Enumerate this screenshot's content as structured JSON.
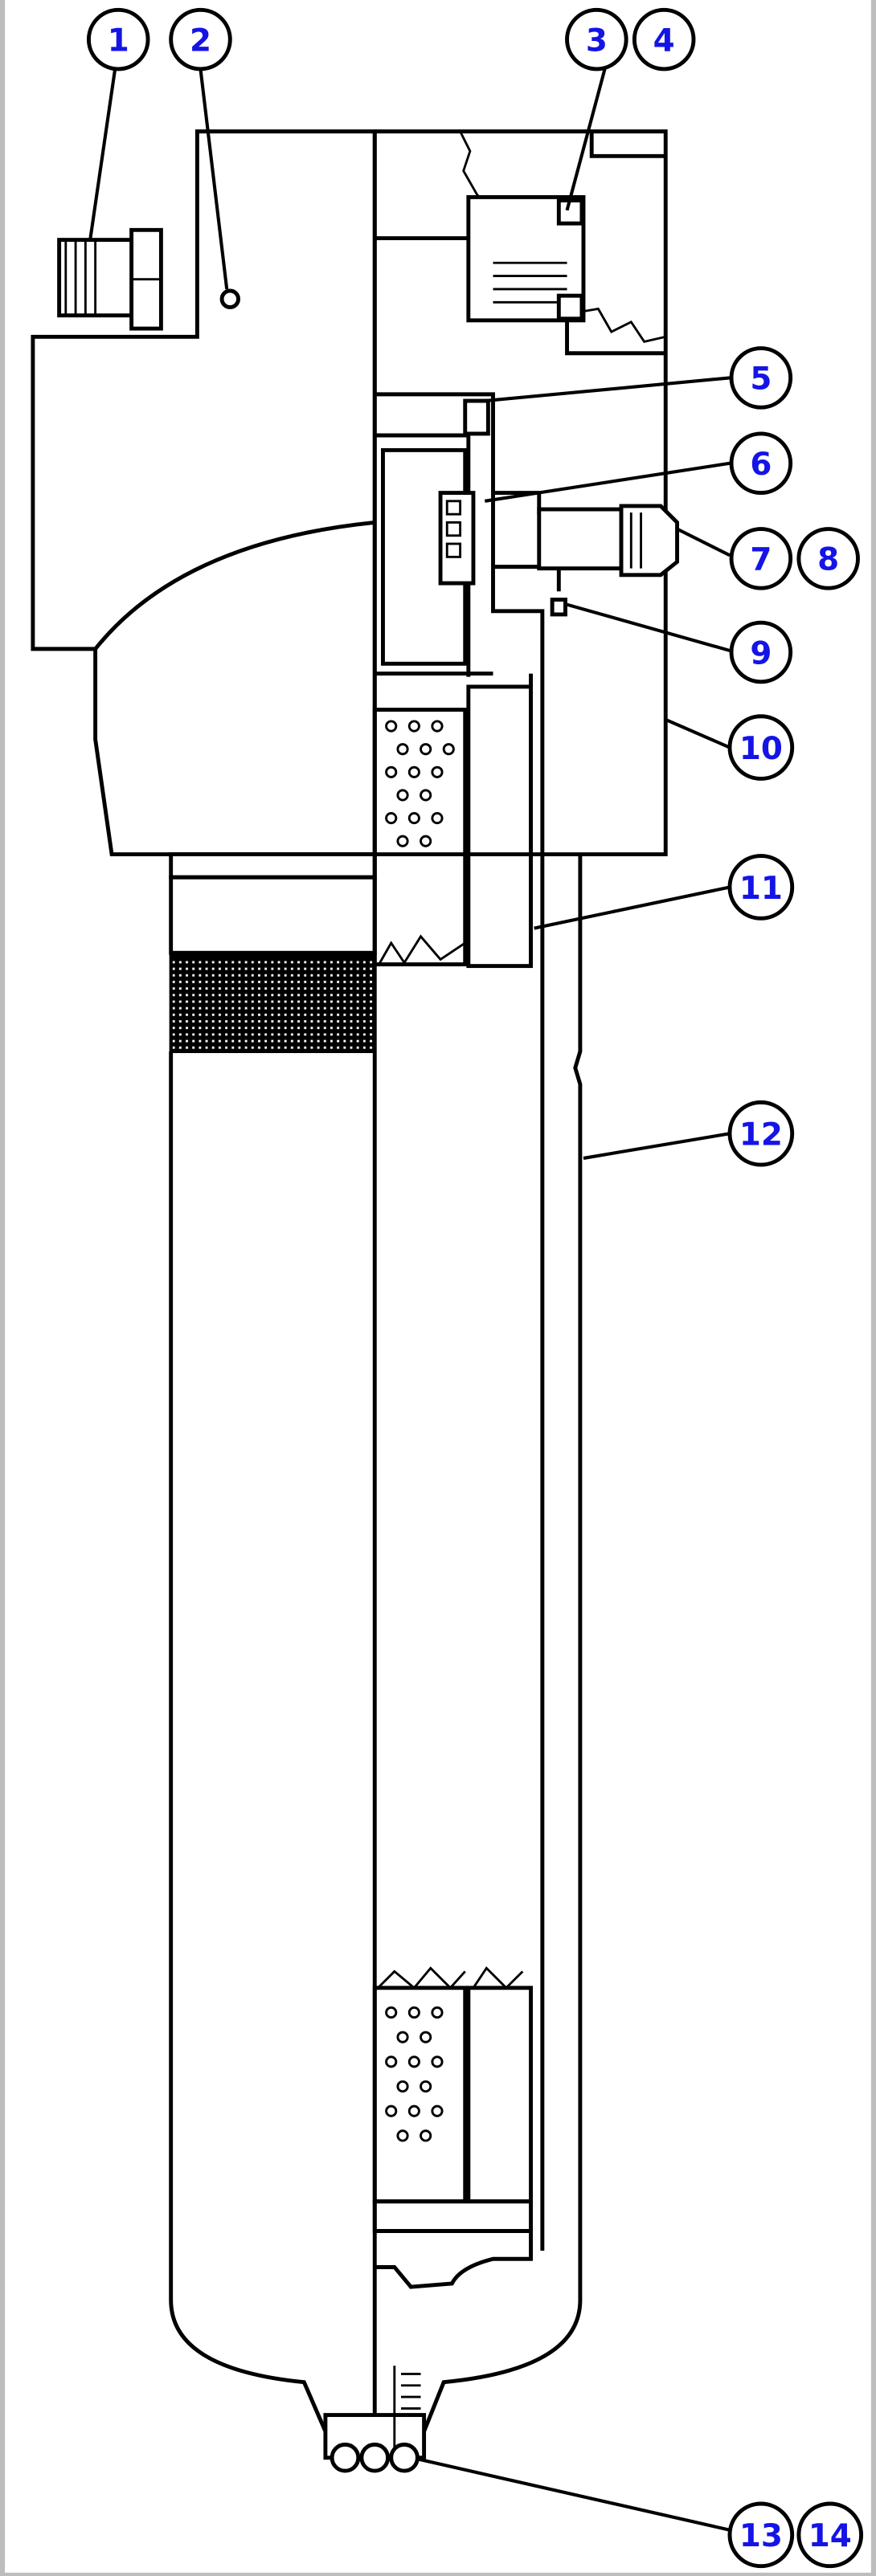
{
  "callouts": [
    {
      "label": "1",
      "part": "fitting"
    },
    {
      "label": "2",
      "part": "port-plug"
    },
    {
      "label": "3",
      "part": "indicator"
    },
    {
      "label": "4",
      "part": "indicator"
    },
    {
      "label": "5",
      "part": "o-ring"
    },
    {
      "label": "6",
      "part": "bypass-valve"
    },
    {
      "label": "7",
      "part": "plug"
    },
    {
      "label": "8",
      "part": "plug"
    },
    {
      "label": "9",
      "part": "o-ring"
    },
    {
      "label": "10",
      "part": "head"
    },
    {
      "label": "11",
      "part": "element"
    },
    {
      "label": "12",
      "part": "bowl"
    },
    {
      "label": "13",
      "part": "drain-plug"
    },
    {
      "label": "14",
      "part": "drain-plug"
    }
  ],
  "colors": {
    "callout_text": "#1414e6",
    "line": "#000000",
    "page_border": "#c0c0c0"
  }
}
